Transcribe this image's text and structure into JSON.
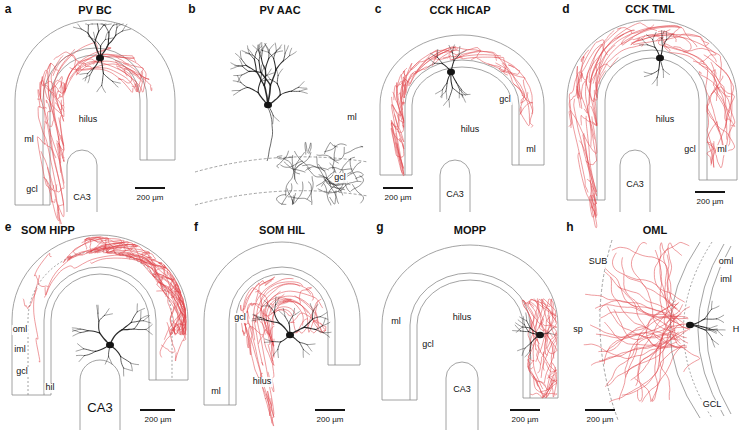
{
  "diagram": {
    "labels": [
      "a",
      "PV BC",
      "ml",
      "hilus",
      "gcl",
      "CA3",
      "200 µm",
      "b",
      "PV AAC",
      "ml",
      "gcl",
      "c",
      "CCK HICAP",
      "gcl",
      "hilus",
      "ml",
      "CA3",
      "200 µm",
      "d",
      "CCK TML",
      "CA3",
      "hilus",
      "gcl",
      "ml",
      "200 µm",
      "e",
      "SOM HIPP",
      "oml",
      "iml",
      "gcl",
      "hil",
      "CA3",
      "200 µm",
      "f",
      "SOM HIL",
      "gcl",
      "ml",
      "hilus",
      "200 µm",
      "g",
      "MOPP",
      "ml",
      "gcl",
      "hilus",
      "CA3",
      "200 µm",
      "h",
      "OML",
      "SUB",
      "oml",
      "iml",
      "H",
      "GCL",
      "sp",
      "200 µm"
    ]
  }
}
